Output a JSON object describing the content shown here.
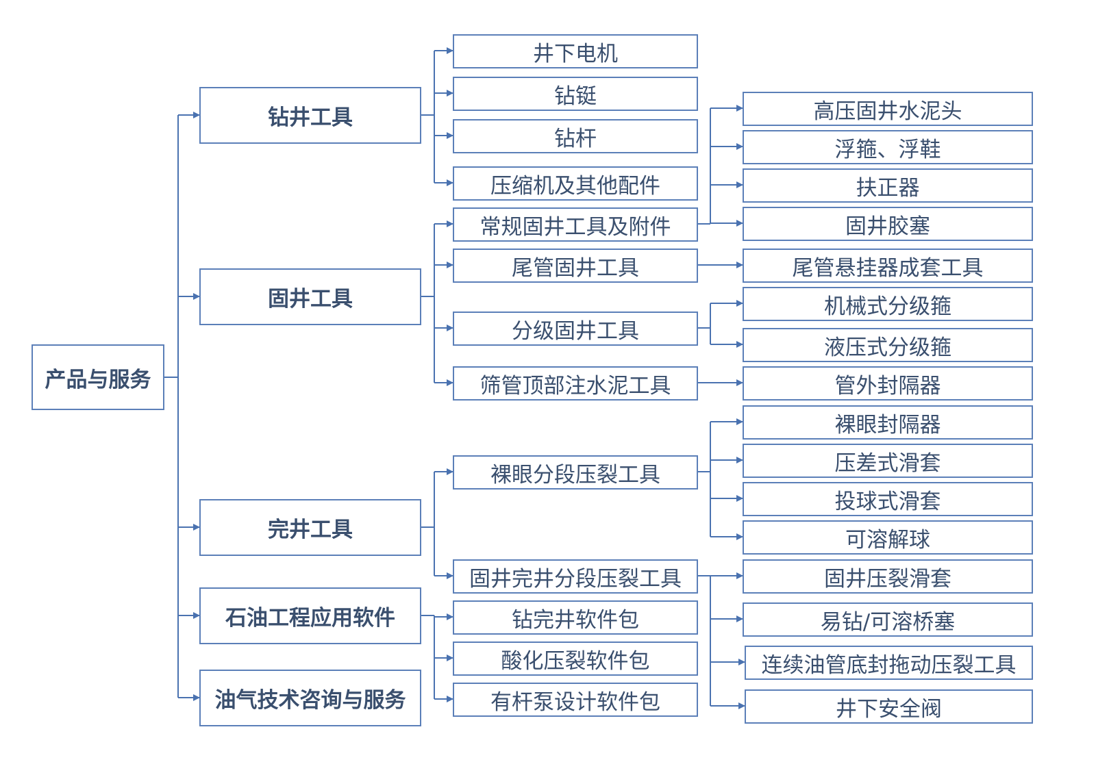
{
  "colors": {
    "line": "#4a72b0",
    "border": "#5b7fb8",
    "text": "#3a4f6e"
  },
  "root": {
    "label": "产品与服务"
  },
  "categories": [
    {
      "label": "钻井工具",
      "items": [
        {
          "label": "井下电机"
        },
        {
          "label": "钻铤"
        },
        {
          "label": "钻杆"
        },
        {
          "label": "压缩机及其他配件"
        }
      ]
    },
    {
      "label": "固井工具",
      "items": [
        {
          "label": "常规固井工具及附件",
          "children": [
            "高压固井水泥头",
            "浮箍、浮鞋",
            "扶正器",
            "固井胶塞"
          ]
        },
        {
          "label": "尾管固井工具",
          "children": [
            "尾管悬挂器成套工具"
          ]
        },
        {
          "label": "分级固井工具",
          "children": [
            "机械式分级箍",
            "液压式分级箍"
          ]
        },
        {
          "label": "筛管顶部注水泥工具",
          "children": [
            "管外封隔器"
          ]
        }
      ]
    },
    {
      "label": "完井工具",
      "items": [
        {
          "label": "裸眼分段压裂工具",
          "children": [
            "裸眼封隔器",
            "压差式滑套",
            "投球式滑套",
            "可溶解球"
          ]
        },
        {
          "label": "固井完井分段压裂工具",
          "children": [
            "固井压裂滑套",
            "易钻/可溶桥塞",
            "连续油管底封拖动压裂工具",
            "井下安全阀"
          ]
        }
      ]
    },
    {
      "label": "石油工程应用软件",
      "items": [
        {
          "label": "钻完井软件包"
        },
        {
          "label": "酸化压裂软件包"
        },
        {
          "label": "有杆泵设计软件包"
        }
      ]
    },
    {
      "label": "油气技术咨询与服务",
      "items": []
    }
  ]
}
